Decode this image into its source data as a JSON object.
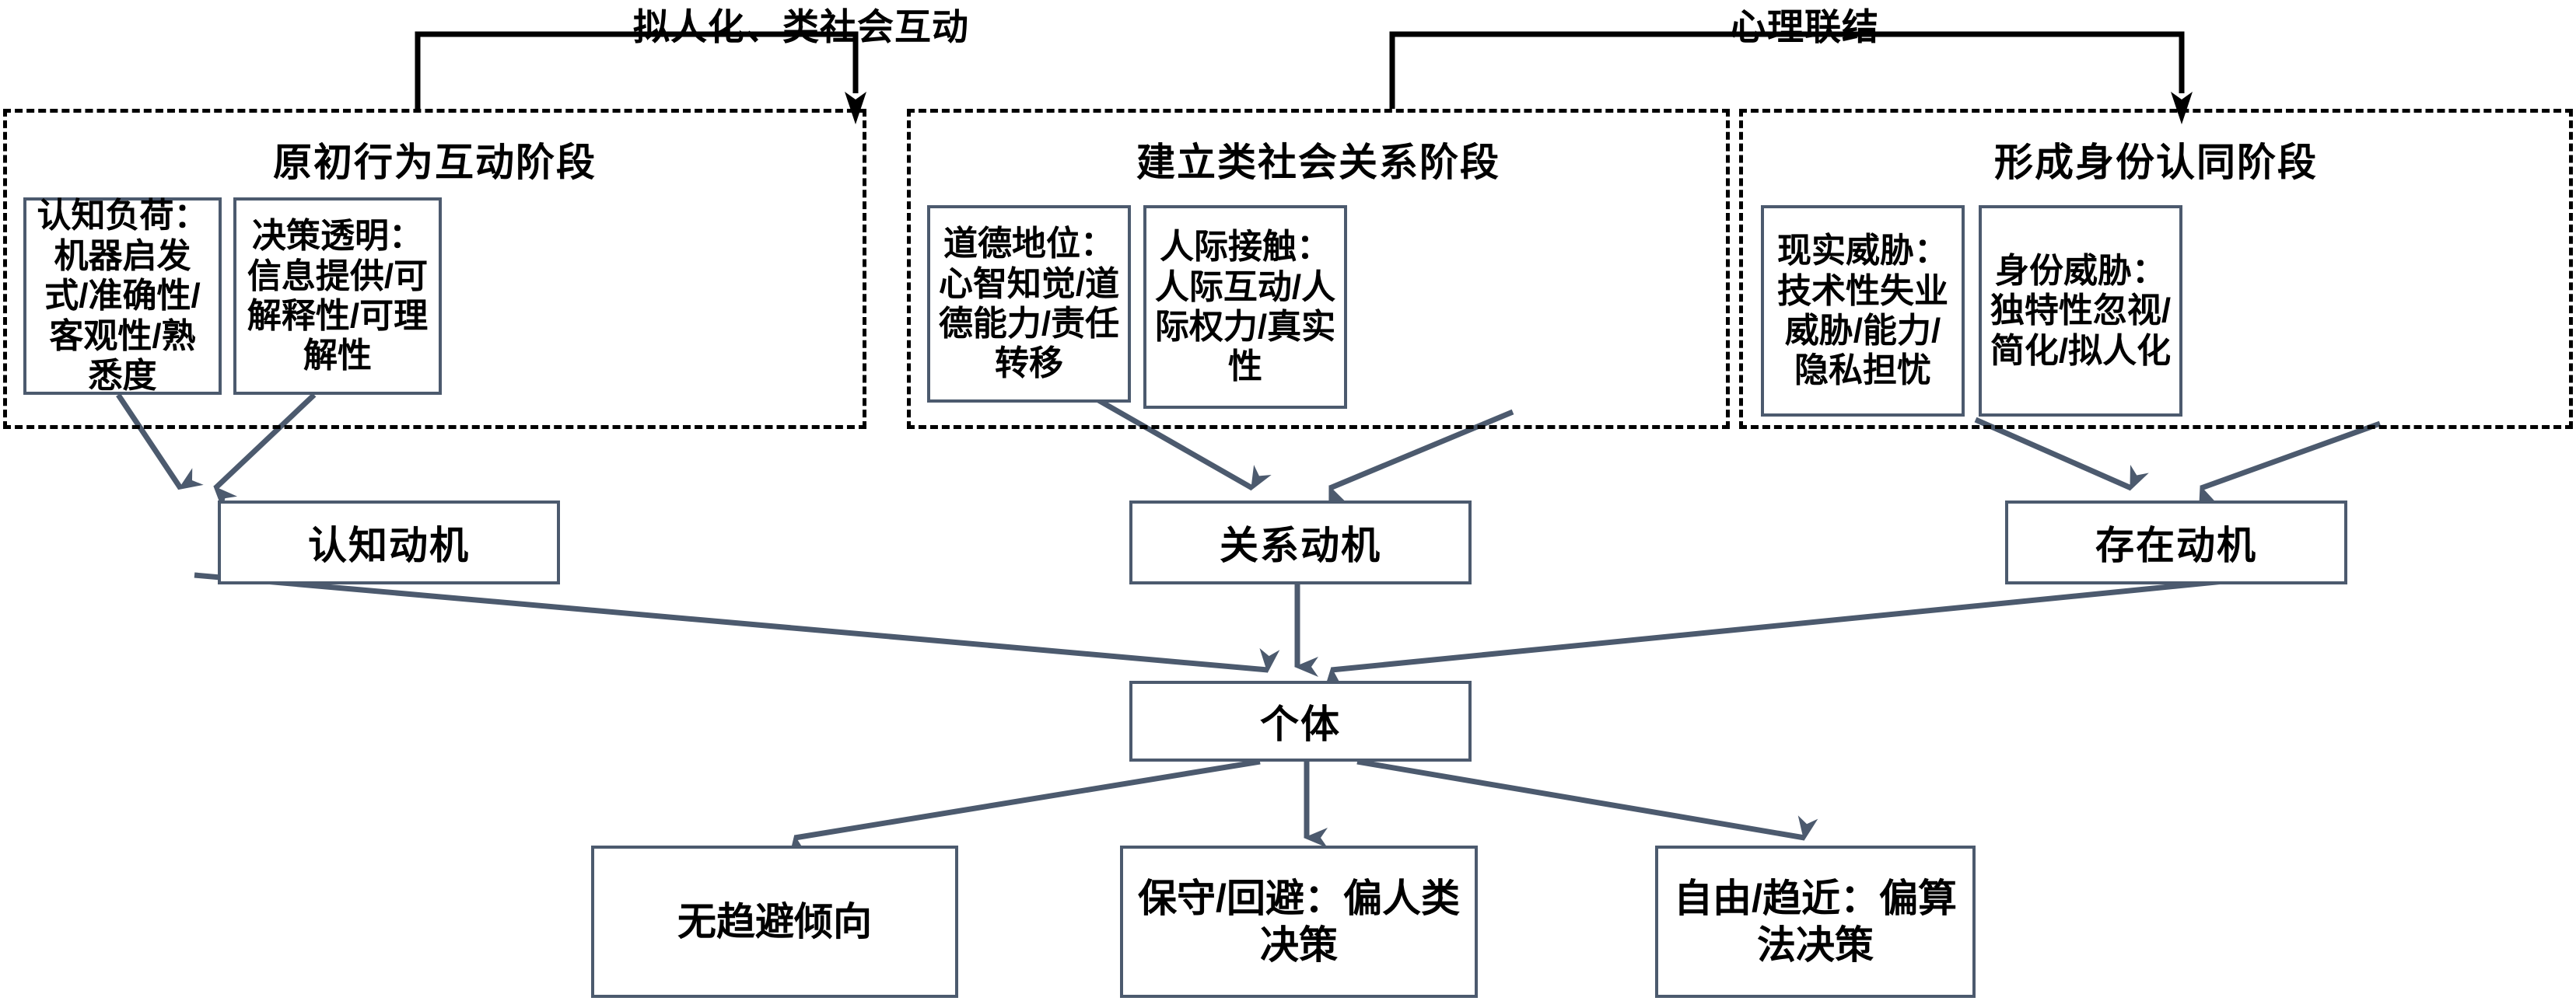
{
  "diagram": {
    "type": "flow-diagram",
    "connector_labels": [
      {
        "text": "拟人化、类社会互动",
        "from_stage": "原初行为互动阶段",
        "to_stage": "建立类社会关系阶段"
      },
      {
        "text": "心理联结",
        "from_stage": "建立类社会关系阶段",
        "to_stage": "形成身份认同阶段"
      }
    ],
    "stages": [
      {
        "title": "原初行为互动阶段",
        "factors": [
          {
            "label": "认知负荷：机器启发式/准确性/客观性/熟悉度"
          },
          {
            "label": "决策透明：信息提供/可解释性/可理解性"
          }
        ],
        "motive": "认知动机"
      },
      {
        "title": "建立类社会关系阶段",
        "factors": [
          {
            "label": "道德地位：心智知觉/道德能力/责任转移"
          },
          {
            "label": "人际接触：人际互动/人际权力/真实性"
          }
        ],
        "motive": "关系动机"
      },
      {
        "title": "形成身份认同阶段",
        "factors": [
          {
            "label": "现实威胁：技术性失业威胁/能力/隐私担忧"
          },
          {
            "label": "身份威胁：独特性忽视/简化/拟人化"
          }
        ],
        "motive": "存在动机"
      }
    ],
    "individual": "个体",
    "outcomes": [
      {
        "label": "无趋避倾向"
      },
      {
        "label": "保守/回避：偏人类决策"
      },
      {
        "label": "自由/趋近：偏算法决策"
      }
    ],
    "colors": {
      "box_border": "#4c5a6e",
      "arrow": "#4c5a6e",
      "connector_line": "#000000",
      "dashed_border": "#000000",
      "text": "#000000",
      "background": "#ffffff"
    }
  }
}
